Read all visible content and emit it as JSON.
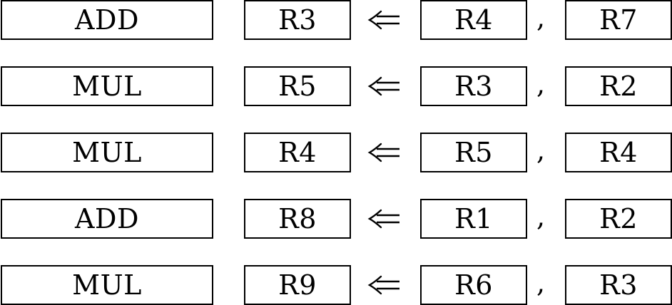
{
  "instructions": [
    {
      "op": "ADD",
      "dest": "R3",
      "src1": "R4",
      "src2": "R7"
    },
    {
      "op": "MUL",
      "dest": "R5",
      "src1": "R3",
      "src2": "R2"
    },
    {
      "op": "MUL",
      "dest": "R4",
      "src1": "R5",
      "src2": "R4"
    },
    {
      "op": "ADD",
      "dest": "R8",
      "src1": "R1",
      "src2": "R2"
    },
    {
      "op": "MUL",
      "dest": "R9",
      "src1": "R6",
      "src2": "R3"
    }
  ],
  "separator": ",",
  "assign_icon": "left-double-arrow-icon"
}
